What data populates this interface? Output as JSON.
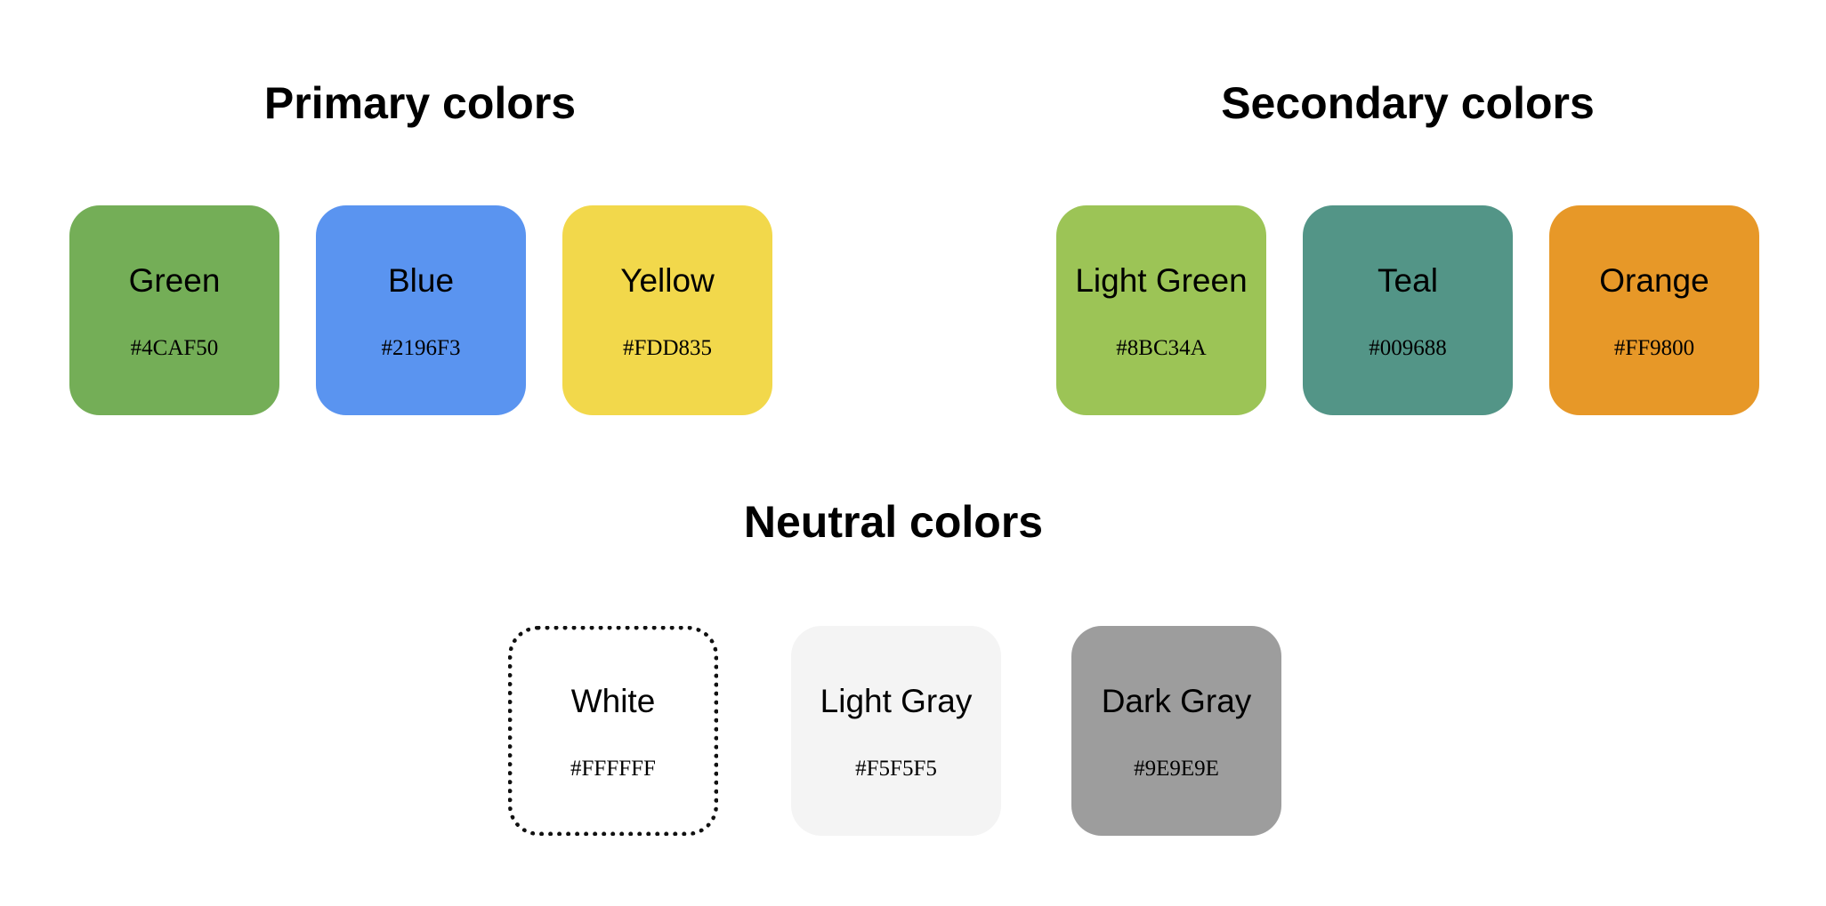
{
  "primary": {
    "title": "Primary colors",
    "swatches": [
      {
        "name": "Green",
        "hex": "#4CAF50",
        "display_color": "#74AE57"
      },
      {
        "name": "Blue",
        "hex": "#2196F3",
        "display_color": "#5A94F0"
      },
      {
        "name": "Yellow",
        "hex": "#FDD835",
        "display_color": "#F2D84B"
      }
    ]
  },
  "secondary": {
    "title": "Secondary colors",
    "swatches": [
      {
        "name": "Light Green",
        "hex": "#8BC34A",
        "display_color": "#9CC456"
      },
      {
        "name": "Teal",
        "hex": "#009688",
        "display_color": "#539587"
      },
      {
        "name": "Orange",
        "hex": "#FF9800",
        "display_color": "#E79828"
      }
    ]
  },
  "neutral": {
    "title": "Neutral colors",
    "swatches": [
      {
        "name": "White",
        "hex": "#FFFFFF",
        "display_color": "#FFFFFF",
        "border": "dotted"
      },
      {
        "name": "Light Gray",
        "hex": "#F5F5F5",
        "display_color": "#F4F4F4"
      },
      {
        "name": "Dark Gray",
        "hex": "#9E9E9E",
        "display_color": "#9D9D9D"
      }
    ]
  }
}
